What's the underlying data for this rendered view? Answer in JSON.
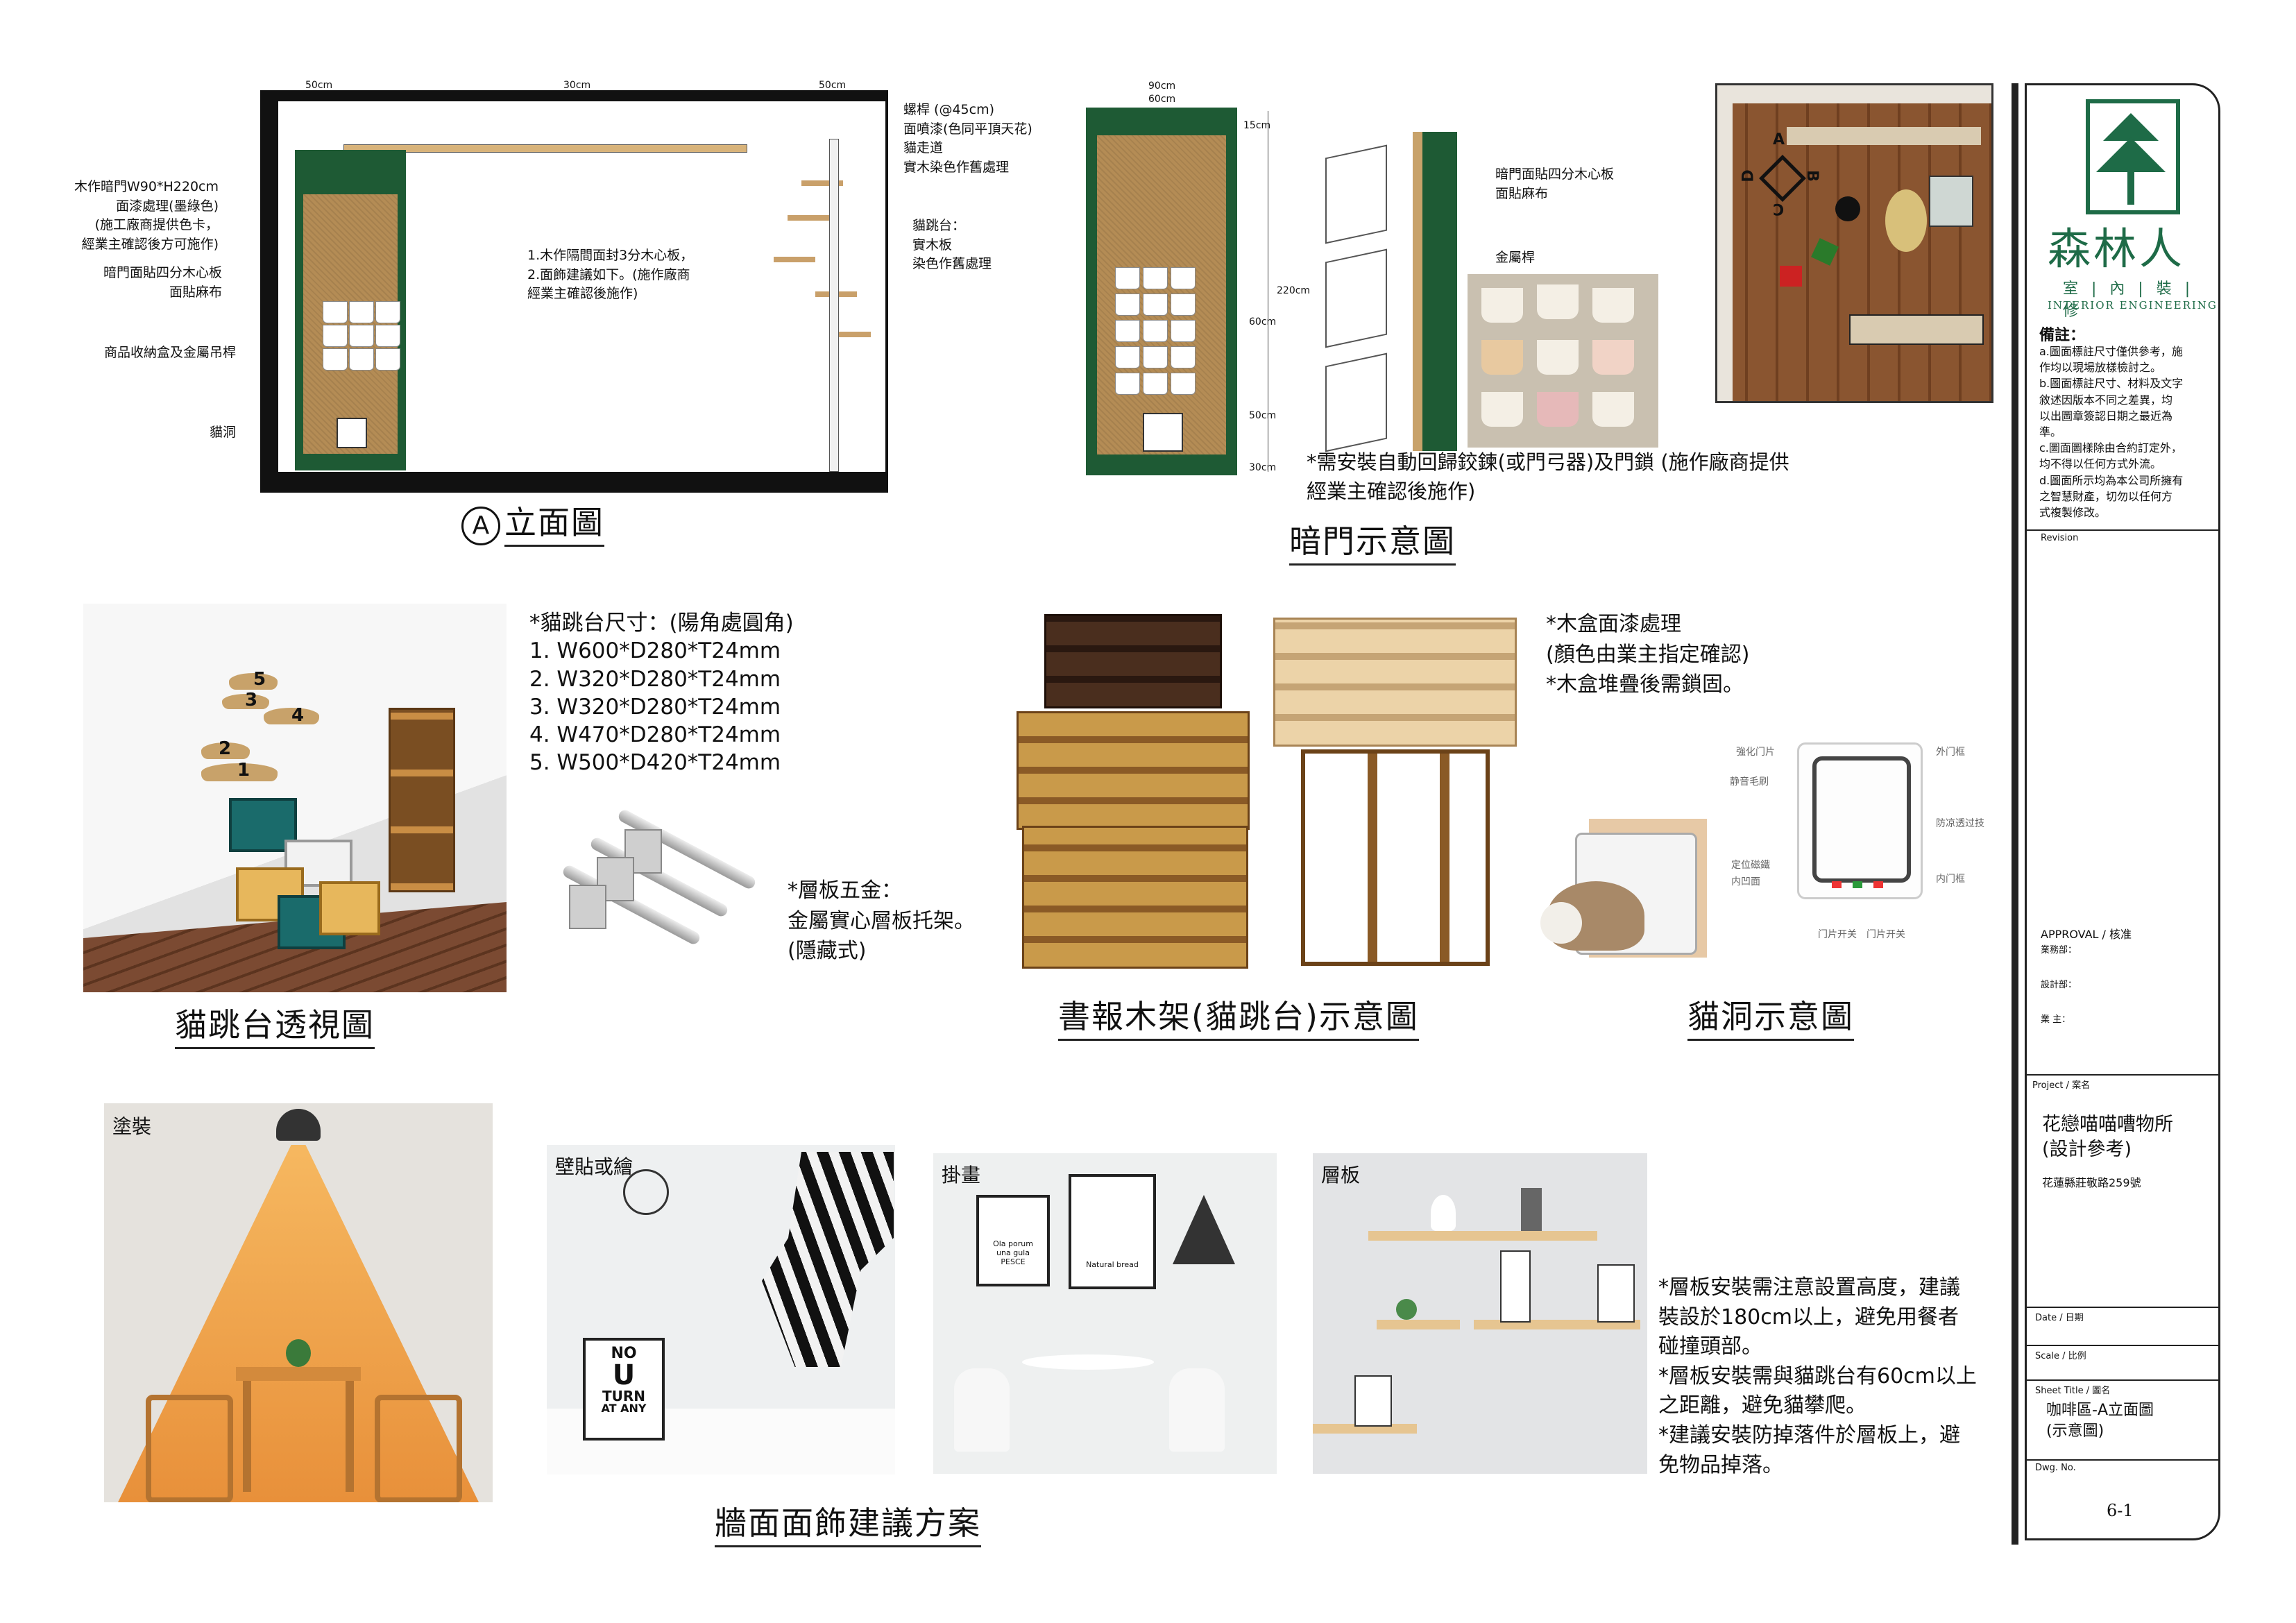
{
  "elevation": {
    "title": "立面圖",
    "circle_letter": "A",
    "dims": [
      "50cm",
      "30cm",
      "50cm"
    ],
    "left_labels": [
      "木作暗門W90*H220cm\n面漆處理(墨綠色)\n(施工廠商提供色卡，\n經業主確認後方可施作)",
      "暗門面貼四分木心板\n面貼麻布",
      "商品收納盒及金屬吊桿",
      "貓洞"
    ],
    "right_labels": [
      "螺桿 (@45cm)\n面噴漆(色同平頂天花)\n貓走道\n實木染色作舊處理",
      "貓跳台：\n實木板\n染色作舊處理"
    ],
    "center_note": "1.木作隔間面封3分木心板，\n2.面飾建議如下。(施作廠商\n經業主確認後施作)"
  },
  "hidden_door": {
    "title": "暗門示意圖",
    "dims": [
      "90cm",
      "60cm",
      "15cm",
      "220cm",
      "60cm",
      "50cm",
      "30cm"
    ],
    "labels": [
      "暗門面貼四分木心板\n面貼麻布",
      "金屬桿"
    ],
    "note": "*需安裝自動回歸鉸鍊(或門弓器)及門鎖 (施作廠商提供\n經業主確認後施作)"
  },
  "floor_plan": {
    "markers": [
      "A",
      "B",
      "C",
      "D"
    ]
  },
  "cat_perspective": {
    "title": "貓跳台透視圖",
    "numbers": [
      "5",
      "3",
      "4",
      "2",
      "1"
    ]
  },
  "cat_platform_spec": {
    "heading": "*貓跳台尺寸：(陽角處圓角)",
    "items": [
      "1. W600*D280*T24mm",
      "2. W320*D280*T24mm",
      "3. W320*D280*T24mm",
      "4. W470*D280*T24mm",
      "5. W500*D420*T24mm"
    ],
    "hardware_note": "*層板五金：\n金屬實心層板托架。\n(隱藏式)"
  },
  "crates": {
    "title": "書報木架(貓跳台)示意圖",
    "note": "*木盒面漆處理\n(顏色由業主指定確認)\n*木盒堆疊後需鎖固。"
  },
  "cat_door": {
    "title": "貓洞示意圖",
    "labels": [
      "強化门片",
      "外门框",
      "静音毛刷",
      "防凉透过技",
      "定位磁鐵",
      "内门框",
      "内凹面",
      "门片开关",
      "门片开关"
    ]
  },
  "wall_deco": {
    "title": "牆面面飾建議方案",
    "panels": [
      "塗裝",
      "壁貼或繪",
      "掛畫",
      "層板"
    ],
    "sign": [
      "NO",
      "U",
      "TURN",
      "AT ANY"
    ],
    "poster_text": [
      "Ola porum\nuna gula\nPESCE",
      "Natural bread"
    ],
    "shelf_notes": "*層板安裝需注意設置高度，建議\n 裝設於180cm以上，避免用餐者\n 碰撞頭部。\n*層板安裝需與貓跳台有60cm以上\n 之距離，避免貓攀爬。\n*建議安裝防掉落件於層板上，避\n 免物品掉落。"
  },
  "title_block": {
    "logo_text": "森林人",
    "logo_sub": "室 | 內 | 裝 | 修",
    "logo_en": "INTERIOR ENGINEERING",
    "notes_heading": "備註：",
    "notes": "a.圖面標註尺寸僅供參考，施\n  作均以現場放樣檢討之。\nb.圖面標註尺寸、材料及文字\n  敘述因版本不同之差異，均\n  以出圖章簽認日期之最近為\n  準。\nc.圖面圖樣除由合約訂定外，\n  均不得以任何方式外流。\nd.圖面所示均為本公司所擁有\n  之智慧財產，切勿以任何方\n  式複製修改。",
    "revision": "Revision",
    "approval": "APPROVAL / 核准",
    "approval_lines": [
      "業務部：",
      "設計部：",
      "業 主："
    ],
    "project_label": "Project / 案名",
    "project_name": "花戀喵喵嘈物所\n(設計參考)",
    "project_addr": "花蓮縣莊敬路259號",
    "date_label": "Date / 日期",
    "scale_label": "Scale / 比例",
    "sheet_label": "Sheet Title / 圖名",
    "sheet_title": "咖啡區-A立面圖\n(示意圖)",
    "dwg_label": "Dwg. No.",
    "dwg_no": "6-1"
  }
}
